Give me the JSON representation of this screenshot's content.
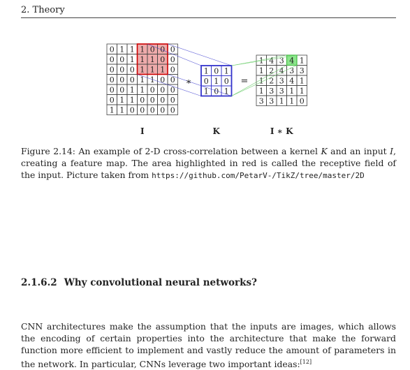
{
  "running_head": "2. Theory",
  "figure": {
    "input_matrix": [
      [
        0,
        1,
        1,
        1,
        0,
        0,
        0
      ],
      [
        0,
        0,
        1,
        1,
        1,
        0,
        0
      ],
      [
        0,
        0,
        0,
        1,
        1,
        1,
        0
      ],
      [
        0,
        0,
        0,
        1,
        1,
        0,
        0
      ],
      [
        0,
        0,
        1,
        1,
        0,
        0,
        0
      ],
      [
        0,
        1,
        1,
        0,
        0,
        0,
        0
      ],
      [
        1,
        1,
        0,
        0,
        0,
        0,
        0
      ]
    ],
    "kernel_matrix": [
      [
        1,
        0,
        1
      ],
      [
        0,
        1,
        0
      ],
      [
        1,
        0,
        1
      ]
    ],
    "output_matrix": [
      [
        1,
        4,
        3,
        4,
        1
      ],
      [
        1,
        2,
        4,
        3,
        3
      ],
      [
        1,
        2,
        3,
        4,
        1
      ],
      [
        1,
        3,
        3,
        1,
        1
      ],
      [
        3,
        3,
        1,
        1,
        0
      ]
    ],
    "times_symbol": "∗",
    "equals_symbol": "=",
    "label_input": "I",
    "label_kernel": "K",
    "label_output": "I ∗ K",
    "colors": {
      "receptive_field": "#e06666",
      "receptive_border": "#cc0000",
      "kernel": "#3333cc",
      "output_highlight": "#66dd66",
      "grid": "#444444"
    }
  },
  "caption": {
    "prefix": "Figure 2.14: An example of 2-D cross-correlation between a kernel ",
    "k": "K",
    "middle": " and an input ",
    "i": "I",
    "rest": ", creating a feature map. The area highlighted in red is called the receptive field of the input. Picture taken from ",
    "url": "https://github.com/PetarV-/TikZ/tree/master/2D"
  },
  "section": {
    "number": "2.1.6.2",
    "title": "Why convolutional neural networks?"
  },
  "body": {
    "text": "CNN architectures make the assumption that the inputs are images, which allows the encoding of certain properties into the architecture that make the forward function more efficient to implement and vastly reduce the amount of parameters in the network. In particular, CNNs leverage two important ideas:",
    "citation": "[12]"
  }
}
